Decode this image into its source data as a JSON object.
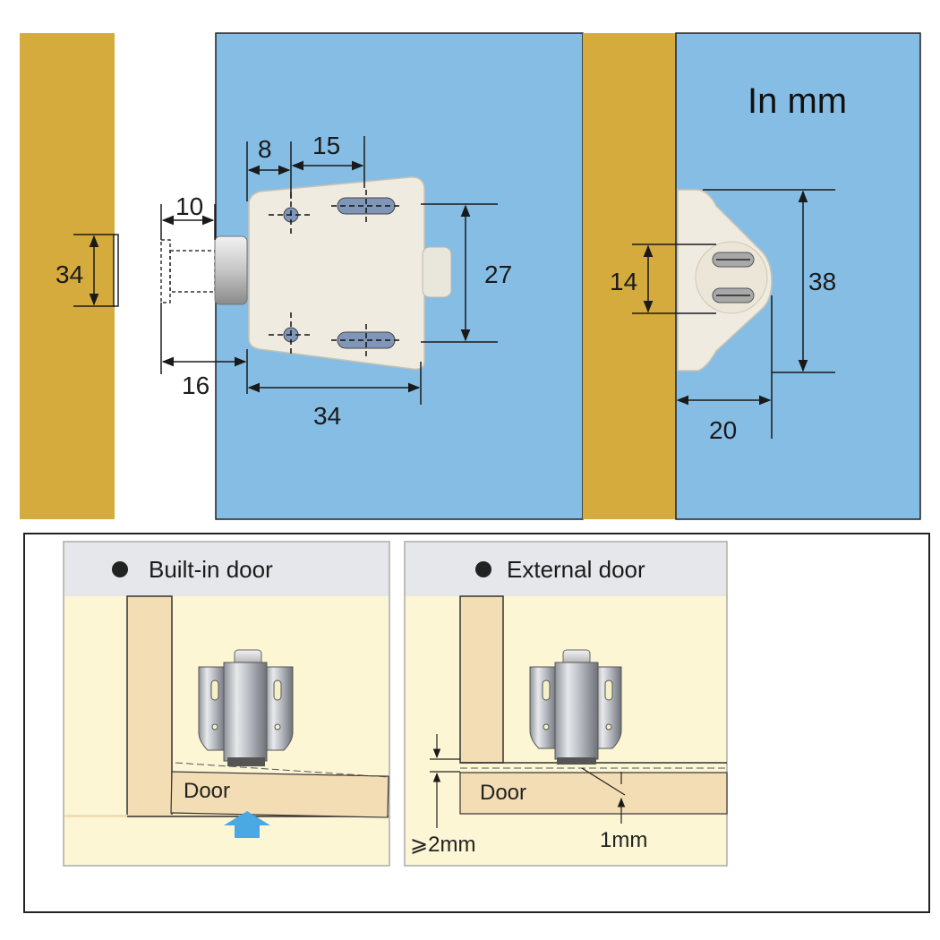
{
  "top": {
    "unit_note": "In mm",
    "dims": {
      "left_height": "34",
      "plunger_offset": "10",
      "hole_offset": "8",
      "slot_spacing": "15",
      "body_height": "27",
      "body_setback": "16",
      "body_length": "34",
      "catch_height": "14",
      "plate_height": "38",
      "plate_depth": "20"
    }
  },
  "bottom": {
    "built_in": {
      "title": "Built-in door",
      "door_label": "Door"
    },
    "external": {
      "title": "External door",
      "door_label": "Door",
      "gap_label": "⩾2mm",
      "gap2_label": "1mm"
    }
  },
  "colors": {
    "wood": "#d4ab3c",
    "panel_blue": "#86bde4",
    "latch_body": "#efebe0",
    "cabinet_bg": "#fcf6d4",
    "cabinet_frame": "#f3ddb4",
    "header_grey": "#e6e7eb",
    "arrow_blue": "#4aa8e3"
  }
}
